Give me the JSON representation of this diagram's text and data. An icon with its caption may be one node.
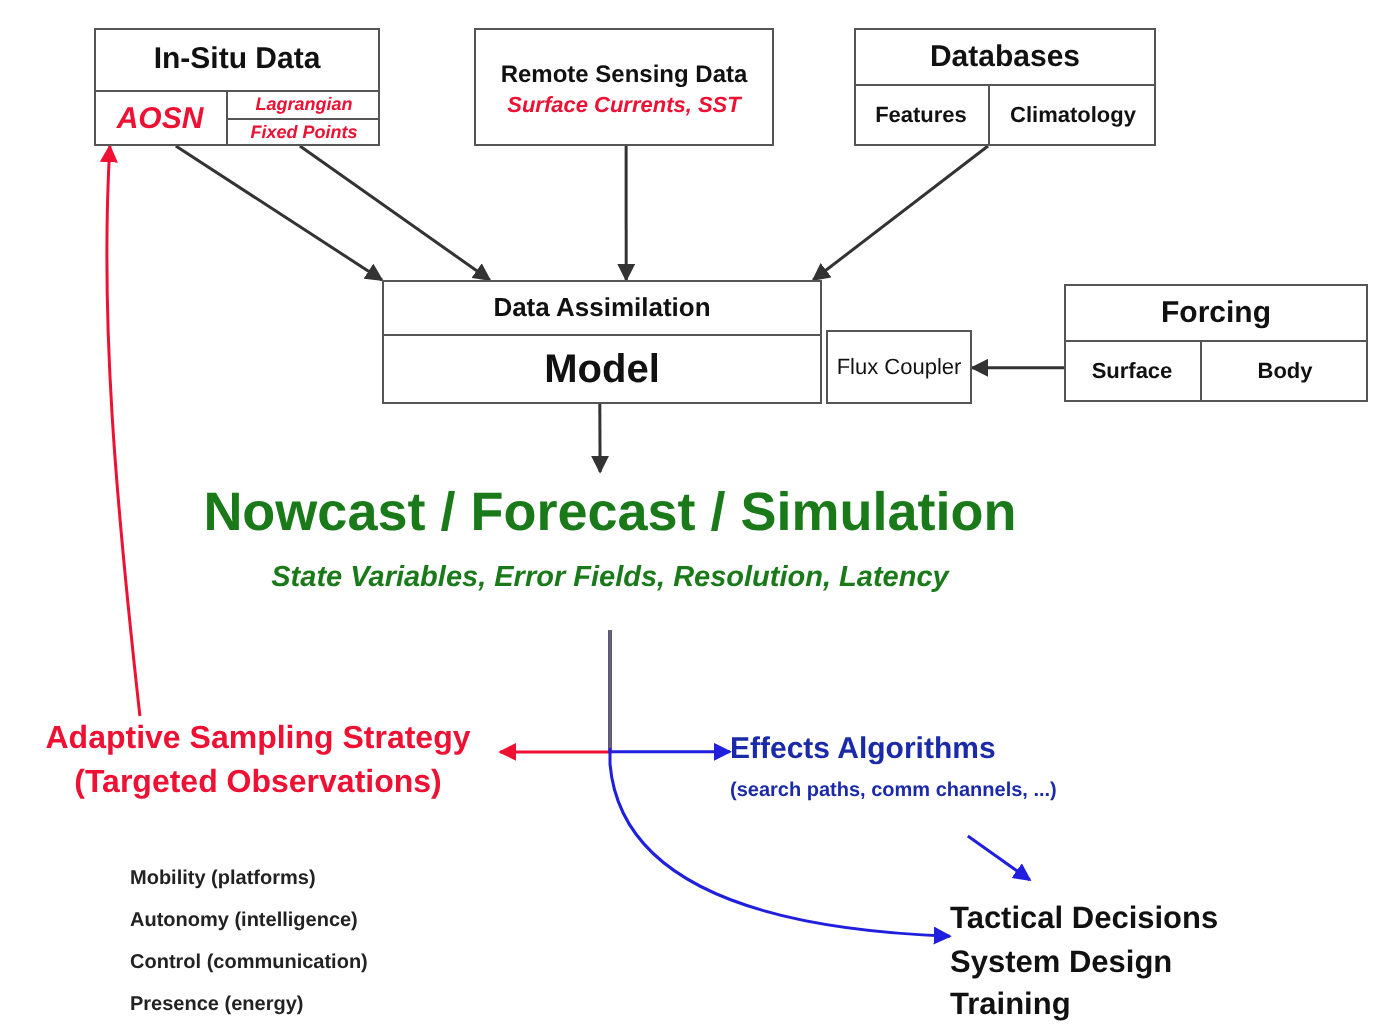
{
  "diagram": {
    "nodes": [
      {
        "text": [
          "In-Situ Data"
        ]
      },
      {
        "text": [
          "AOSN"
        ],
        "in": 0
      },
      {
        "text": [
          "Lagrangian"
        ],
        "in": 0
      },
      {
        "text": [
          "Fixed Points"
        ],
        "in": 0
      },
      {
        "text": [
          "Remote Sensing Data",
          "Surface Currents, SST"
        ]
      },
      {
        "text": [
          "Databases"
        ]
      },
      {
        "text": [
          "Features"
        ],
        "in": 5
      },
      {
        "text": [
          "Climatology"
        ],
        "in": 5
      },
      {
        "text": [
          "Data Assimilation",
          "Model"
        ]
      },
      {
        "text": [
          "Flux Coupler"
        ]
      },
      {
        "text": [
          "Forcing"
        ]
      },
      {
        "text": [
          "Surface"
        ],
        "in": 10
      },
      {
        "text": [
          "Body"
        ],
        "in": 10
      },
      {
        "text": [
          "Nowcast / Forecast / Simulation",
          "State Variables, Error Fields, Resolution, Latency"
        ]
      },
      {
        "text": [
          "Adaptive Sampling Strategy (Targeted Observations)"
        ]
      },
      {
        "text": [
          "Effects Algorithms",
          "(search paths, comm channels, ...)"
        ]
      },
      {
        "text": [
          "Tactical Decisions",
          "System Design",
          "Training"
        ]
      }
    ],
    "edges": [
      {
        "from": 1,
        "to": 8,
        "arrow": "to"
      },
      {
        "from": 3,
        "to": 8,
        "arrow": "to"
      },
      {
        "from": 4,
        "to": 8,
        "arrow": "to"
      },
      {
        "from": 7,
        "to": 8,
        "arrow": "to"
      },
      {
        "from": 10,
        "to": 9,
        "arrow": "to"
      },
      {
        "from": 8,
        "to": 13,
        "arrow": "to"
      },
      {
        "from": 14,
        "to": 1,
        "arrow": "to",
        "color": "#ee1133"
      },
      {
        "from": 13,
        "to": 14,
        "arrow": "to",
        "color": "#ee1133"
      },
      {
        "from": 13,
        "to": 15,
        "arrow": "to",
        "color": "#1f1fdd"
      },
      {
        "from": 13,
        "to": 16,
        "arrow": "to",
        "color": "#1f1fdd"
      },
      {
        "from": 15,
        "to": 16,
        "arrow": "to",
        "color": "#1f1fdd"
      }
    ],
    "labels": [
      "Mobility (platforms)",
      "Autonomy (intelligence)",
      "Control (communication)",
      "Presence (energy)"
    ]
  }
}
